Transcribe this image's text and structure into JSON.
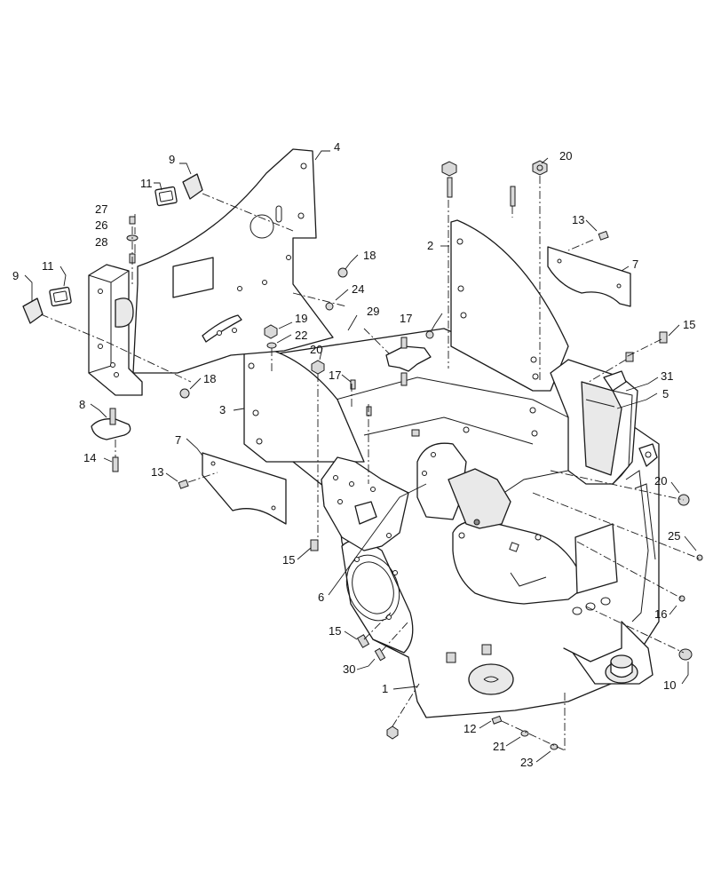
{
  "callouts": {
    "c1": "1",
    "c2": "2",
    "c3": "3",
    "c4": "4",
    "c5": "5",
    "c6": "6",
    "c7a": "7",
    "c7b": "7",
    "c8": "8",
    "c9a": "9",
    "c9b": "9",
    "c10": "10",
    "c11a": "11",
    "c11b": "11",
    "c12": "12",
    "c13a": "13",
    "c13b": "13",
    "c14": "14",
    "c15a": "15",
    "c15b": "15",
    "c15c": "15",
    "c16": "16",
    "c17a": "17",
    "c17b": "17",
    "c18a": "18",
    "c18b": "18",
    "c19": "19",
    "c20a": "20",
    "c20b": "20",
    "c20c": "20",
    "c21": "21",
    "c22": "22",
    "c23": "23",
    "c24": "24",
    "c25": "25",
    "c26": "26",
    "c27": "27",
    "c28": "28",
    "c29": "29",
    "c30": "30",
    "c31": "31"
  },
  "colors": {
    "line": "#1a1a1a",
    "fill": "#ffffff",
    "shade": "#e9e9e9"
  }
}
